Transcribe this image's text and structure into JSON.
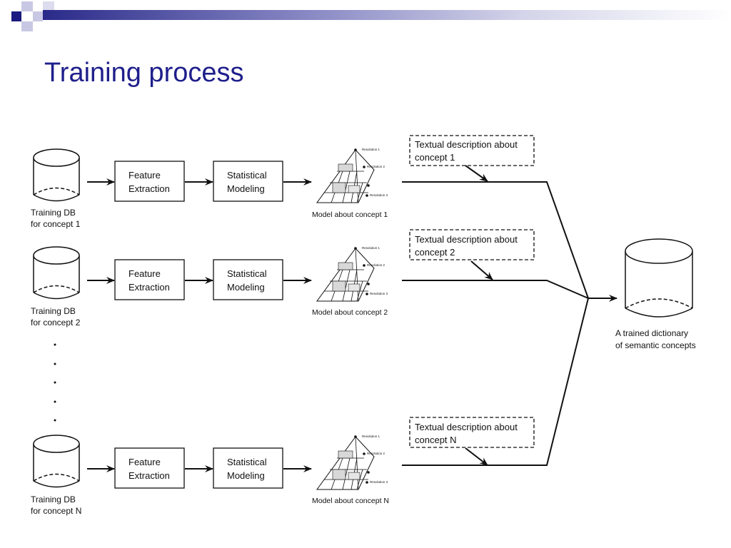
{
  "slide": {
    "title": "Training process"
  },
  "rows": [
    {
      "db_label_line1": "Training DB",
      "db_label_line2": "for concept 1",
      "feature_line1": "Feature",
      "feature_line2": "Extraction",
      "stat_line1": "Statistical",
      "stat_line2": "Modeling",
      "model_label": "Model about concept 1",
      "text_line1": "Textual description about",
      "text_line2": "concept 1",
      "res_labels": [
        "Resolution 1",
        "Resolution 2",
        "Resolution 3"
      ]
    },
    {
      "db_label_line1": "Training DB",
      "db_label_line2": "for concept 2",
      "feature_line1": "Feature",
      "feature_line2": "Extraction",
      "stat_line1": "Statistical",
      "stat_line2": "Modeling",
      "model_label": "Model about concept 2",
      "text_line1": "Textual description about",
      "text_line2": "concept 2",
      "res_labels": [
        "Resolution 1",
        "Resolution 2",
        "Resolution 3"
      ]
    },
    {
      "db_label_line1": "Training DB",
      "db_label_line2": "for concept N",
      "feature_line1": "Feature",
      "feature_line2": "Extraction",
      "stat_line1": "Statistical",
      "stat_line2": "Modeling",
      "model_label": "Model about concept N",
      "text_line1": "Textual description about",
      "text_line2": "concept N",
      "res_labels": [
        "Resolution 1",
        "Resolution 2",
        "Resolution 3"
      ]
    }
  ],
  "output": {
    "label_line1": "A trained dictionary",
    "label_line2": "of semantic concepts"
  },
  "colors": {
    "title": "#1f1f8c",
    "header_dark": "#1a1a80",
    "header_mid": "#6e6eb8",
    "diagram_stroke": "#111111"
  }
}
